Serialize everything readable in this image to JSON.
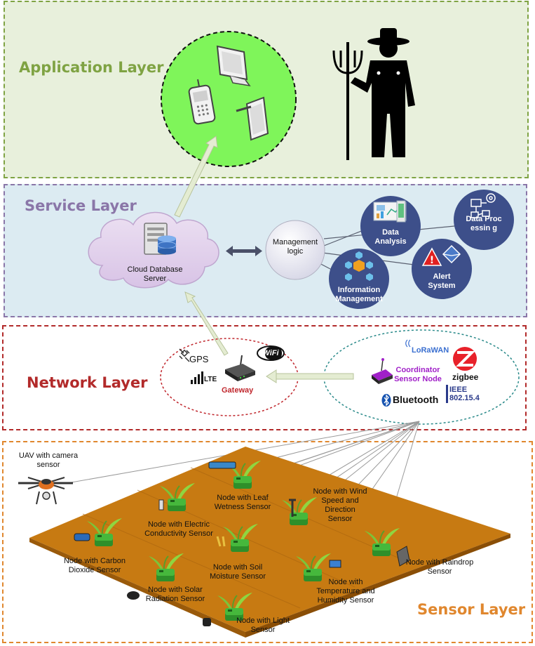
{
  "layers": {
    "application": {
      "title": "Application Layer",
      "color": "#7fa343",
      "fill": "#e8f0dc"
    },
    "service": {
      "title": "Service Layer",
      "color": "#8a76a8",
      "fill": "#dcebf2"
    },
    "network": {
      "title": "Network Layer",
      "color": "#b22a2a",
      "fill": "#ffffff"
    },
    "sensor": {
      "title": "Sensor Layer",
      "color": "#e0872e",
      "fill": "#ffffff"
    }
  },
  "service": {
    "cloud_label": "Cloud Database Server",
    "management_label": "Management logic",
    "modules": [
      {
        "label": "Data Analysis"
      },
      {
        "label": "Data Processing",
        "display": "Data Processin g"
      },
      {
        "label": "Alert System"
      },
      {
        "label": "Information Management"
      }
    ]
  },
  "network": {
    "gps": "GPS",
    "lte": "LTE",
    "wifi": "WiFi",
    "gateway": "Gateway",
    "coordinator": "Coordinator Sensor Node",
    "protocols": {
      "lorawan": "LoRaWAN",
      "zigbee": "zigbee",
      "bluetooth": "Bluetooth",
      "ieee": "IEEE 802.15.4"
    }
  },
  "sensors": {
    "uav": "UAV with camera sensor",
    "leaf_wetness": "Node with Leaf Wetness Sensor",
    "wind": "Node with Wind Speed and Direction Sensor",
    "electric_conductivity": "Node with Electric Conductivity Sensor",
    "co2": "Node with Carbon Dioxide Sensor",
    "soil_moisture": "Node with Soil Moisture Sensor",
    "solar_radiation": "Node with Solar Radiation Sensor",
    "temperature_humidity": "Node with Temperature and Humidity Sensor",
    "raindrop": "Node with Raindrop Sensor",
    "light": "Node with Light Sensor"
  },
  "colors": {
    "node_green": "#3aa832",
    "field_brown": "#c77a12",
    "module_navy": "#3d4f8a",
    "app_circle": "#7ff55a",
    "gateway_red": "#c0272d",
    "coordinator_purple": "#a020c8"
  }
}
